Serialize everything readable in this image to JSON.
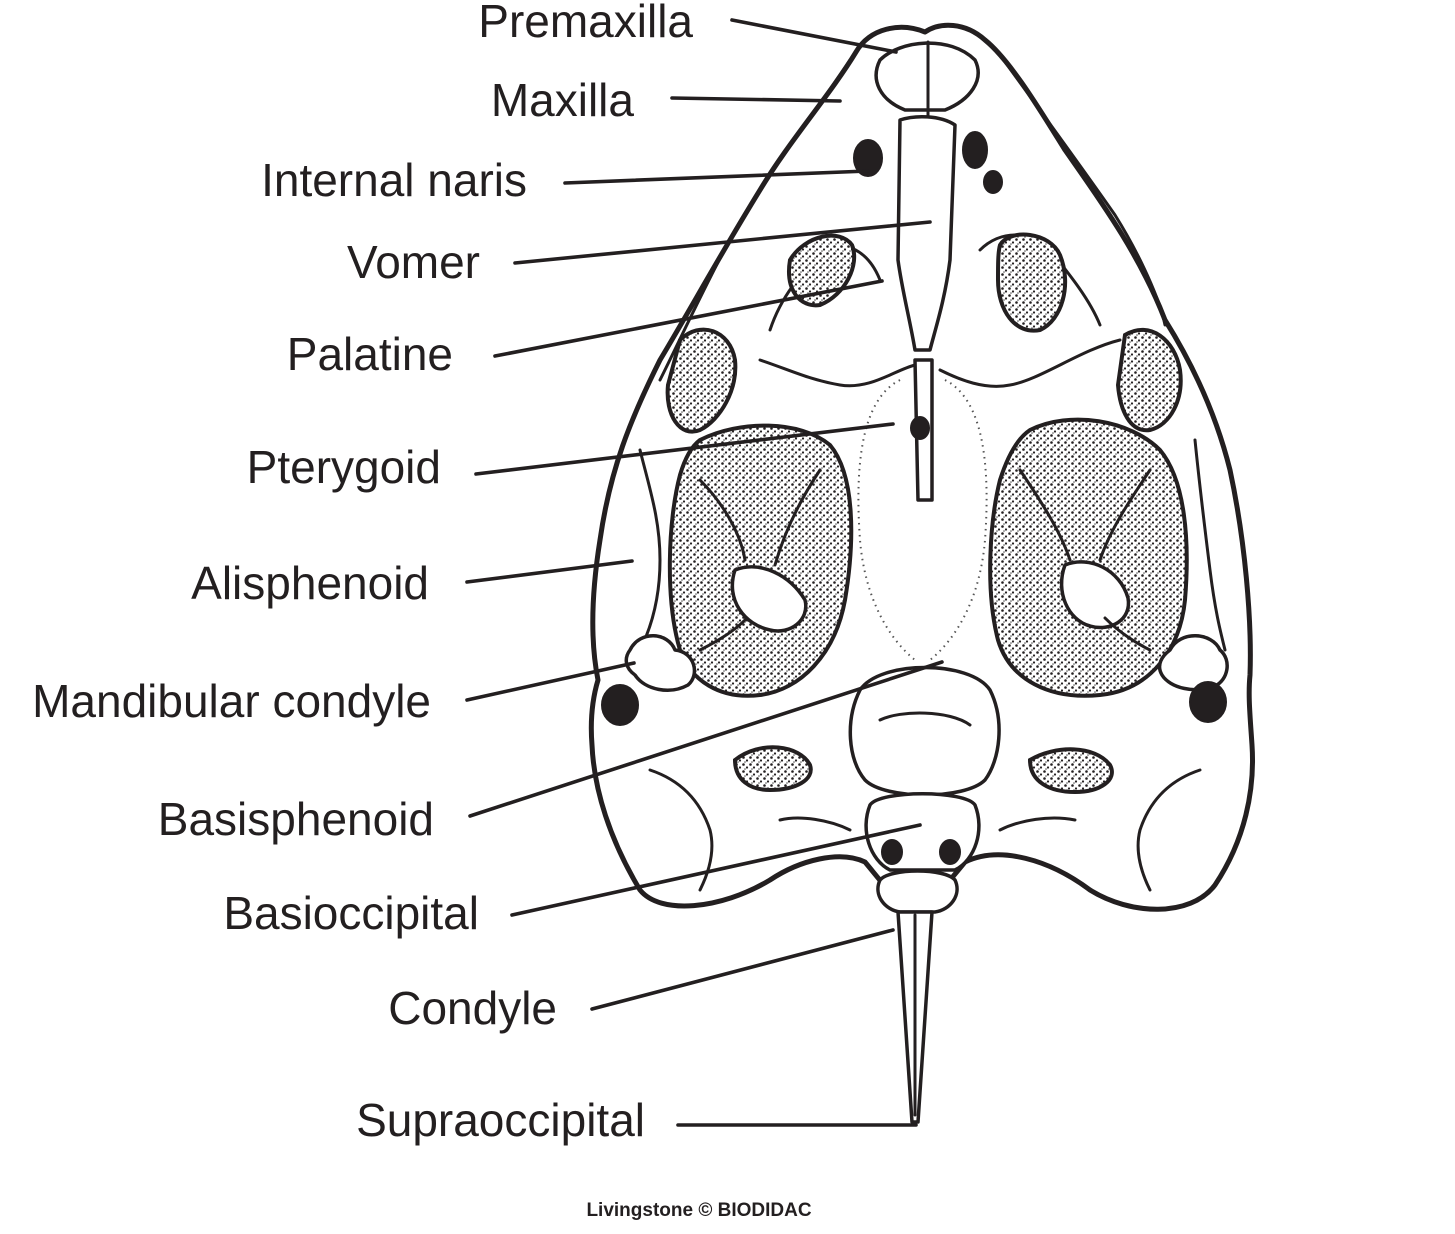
{
  "labels": {
    "premaxilla": "Premaxilla",
    "maxilla": "Maxilla",
    "internal_naris": "Internal naris",
    "vomer": "Vomer",
    "palatine": "Palatine",
    "pterygoid": "Pterygoid",
    "alisphenoid": "Alisphenoid",
    "mandibular_condyle": "Mandibular condyle",
    "basisphenoid": "Basisphenoid",
    "basioccipital": "Basioccipital",
    "condyle": "Condyle",
    "supraoccipital": "Supraoccipital"
  },
  "credit": "Livingstone © BIODIDAC",
  "colors": {
    "ink": "#231f20",
    "background": "#ffffff"
  }
}
